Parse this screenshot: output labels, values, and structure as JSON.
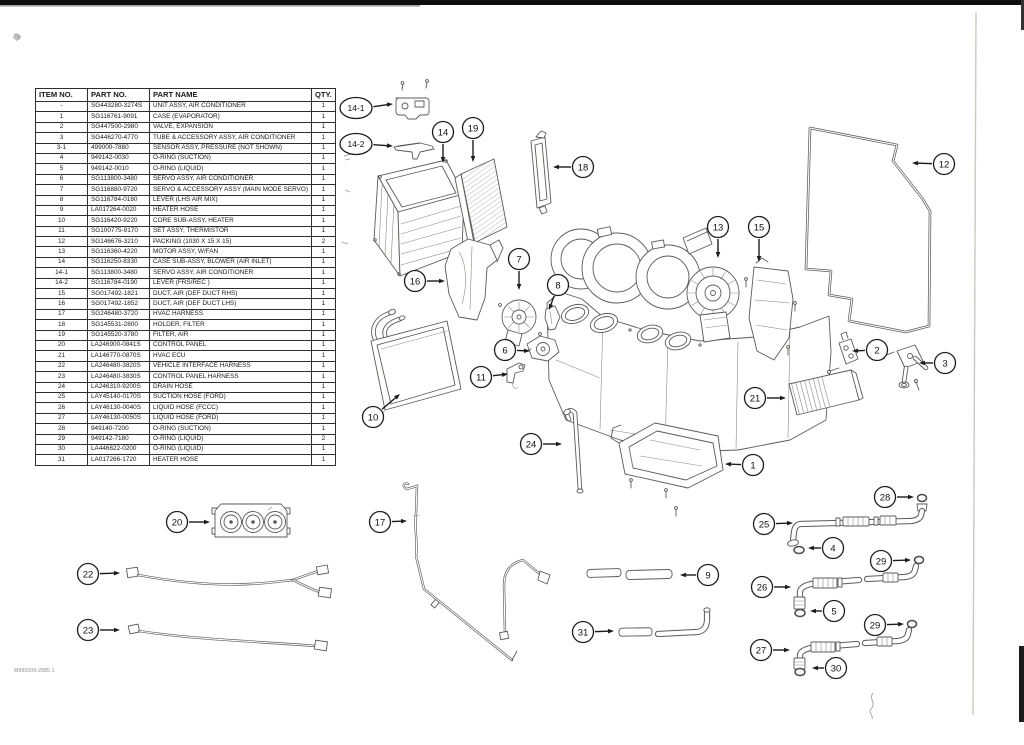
{
  "page": {
    "footer_note": "M990009-2885.1"
  },
  "table": {
    "headers": [
      "ITEM NO.",
      "PART NO.",
      "PART NAME",
      "QTY."
    ],
    "rows": [
      [
        "-",
        "SG443280-3274S",
        "UNIT ASSY, AIR CONDITIONER",
        "1"
      ],
      [
        "1",
        "SG116761-9091",
        "CASE (EVAPORATOR)",
        "1"
      ],
      [
        "2",
        "SG447500-2980",
        "VALVE, EXPANSION",
        "1"
      ],
      [
        "3",
        "SG446270-4770",
        "TUBE & ACCESSORY ASSY, AIR CONDITIONER",
        "1"
      ],
      [
        "3-1",
        "499000-7880",
        "SENSOR ASSY, PRESSURE (NOT SHOWN)",
        "1"
      ],
      [
        "4",
        "949142-0030",
        "O-RING (SUCTION)",
        "1"
      ],
      [
        "5",
        "949142-0010",
        "O-RING (LIQUID)",
        "1"
      ],
      [
        "6",
        "SG113800-3480",
        "SERVO ASSY, AIR CONDITIONER",
        "1"
      ],
      [
        "7",
        "SG116880-9720",
        "SERVO & ACCESSORY ASSY (MAIN MODE SERVO)",
        "1"
      ],
      [
        "8",
        "SG116784-0180",
        "LEVER (LHS AIR MIX)",
        "1"
      ],
      [
        "9",
        "LA017264-0020",
        "HEATER HOSE",
        "1"
      ],
      [
        "10",
        "SG116420-9220",
        "CORE SUB-ASSY, HEATER",
        "1"
      ],
      [
        "11",
        "SG100775-9170",
        "SET ASSY, THERMISTOR",
        "1"
      ],
      [
        "12",
        "SG146676-3210",
        "PACKING (1030 X 15 X 15)",
        "2"
      ],
      [
        "13",
        "SG116360-4220",
        "MOTOR ASSY, W/FAN",
        "1"
      ],
      [
        "14",
        "SG116250-8330",
        "CASE SUB-ASSY, BLOWER (AIR INLET)",
        "1"
      ],
      [
        "14-1",
        "SG113800-3480",
        "SERVO ASSY, AIR CONDITIONER",
        "1"
      ],
      [
        "14-2",
        "SG116784-0190",
        "LEVER (FRS/REC )",
        "1"
      ],
      [
        "15",
        "SG017492-1821",
        "DUCT, AIR (DEF DUCT RHS)",
        "1"
      ],
      [
        "16",
        "SG017492-1852",
        "DUCT, AIR (DEF DUCT LHS)",
        "1"
      ],
      [
        "17",
        "SG246480-3720",
        "HVAC HARNESS",
        "1"
      ],
      [
        "18",
        "SG145531-2800",
        "HOLDER, FILTER",
        "1"
      ],
      [
        "19",
        "SG145520-3780",
        "FILTER, AIR",
        "1"
      ],
      [
        "20",
        "LA246900-0841S",
        "CONTROL PANEL",
        "1"
      ],
      [
        "21",
        "LA146770-0870S",
        "HVAC ECU",
        "1"
      ],
      [
        "22",
        "LA246480-3820S",
        "VEHICLE INTERFACE HARNESS",
        "1"
      ],
      [
        "23",
        "LA246480-3830S",
        "CONTROL PANEL HARNESS",
        "1"
      ],
      [
        "24",
        "LA246310-9200S",
        "DRAIN HOSE",
        "1"
      ],
      [
        "25",
        "LAY45140-0170S",
        "SUCTION HOSE (FORD)",
        "1"
      ],
      [
        "26",
        "LAY46130-0040S",
        "LIQUID HOSE (FCCC)",
        "1"
      ],
      [
        "27",
        "LAY46130-0050S",
        "LIQUID HOSE (FORD)",
        "1"
      ],
      [
        "28",
        "949140-7200",
        "O-RING (SUCTION)",
        "1"
      ],
      [
        "29",
        "949142-7180",
        "O-RING (LIQUID)",
        "2"
      ],
      [
        "30",
        "LA446622-0200",
        "O-RING (LIQUID)",
        "1"
      ],
      [
        "31",
        "LA017266-1720",
        "HEATER HOSE",
        "1"
      ]
    ]
  },
  "diagram": {
    "callouts": [
      "14-1",
      "14-2",
      "14",
      "19",
      "18",
      "12",
      "13",
      "15",
      "16",
      "7",
      "8",
      "6",
      "11",
      "10",
      "21",
      "2",
      "3",
      "24",
      "1",
      "20",
      "17",
      "22",
      "23",
      "9",
      "31",
      "25",
      "28",
      "4",
      "29",
      "26",
      "5",
      "29",
      "27",
      "30"
    ]
  }
}
